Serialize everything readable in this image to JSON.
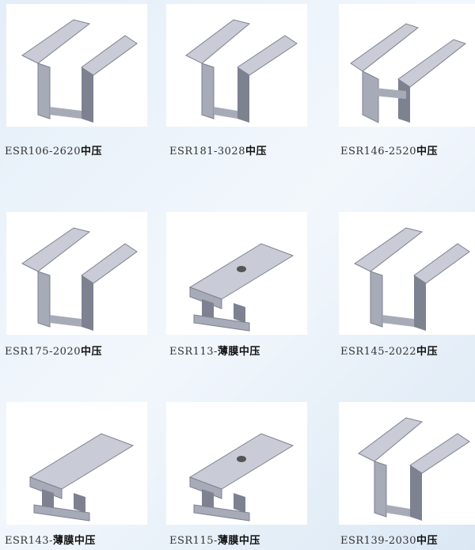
{
  "products": [
    {
      "code": "ESR106-2620",
      "type": "中压",
      "shape": "u-tall"
    },
    {
      "code": "ESR181-3028",
      "type": "中压",
      "shape": "u-wide"
    },
    {
      "code": "ESR146-2520",
      "type": "中压",
      "shape": "h-deep"
    },
    {
      "code": "ESR175-2020",
      "type": "中压",
      "shape": "u-tall"
    },
    {
      "code": "ESR113-",
      "type": "薄膜中压",
      "shape": "film-hole"
    },
    {
      "code": "ESR145-2022",
      "type": "中压",
      "shape": "u-tall"
    },
    {
      "code": "ESR143-",
      "type": "薄膜中压",
      "shape": "film"
    },
    {
      "code": "ESR115-",
      "type": "薄膜中压",
      "shape": "film-hole"
    },
    {
      "code": "ESR139-2030",
      "type": "中压",
      "shape": "u-wide"
    }
  ],
  "colors": {
    "metal": "#a7abb8",
    "metal_dark": "#7d8190",
    "metal_light": "#c9ccd6"
  }
}
